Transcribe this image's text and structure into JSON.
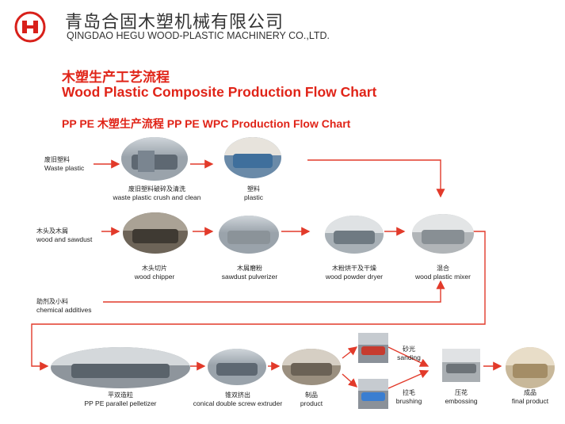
{
  "header": {
    "company_cn": "青岛合固木塑机械有限公司",
    "company_en": "QINGDAO HEGU WOOD-PLASTIC MACHINERY CO.,LTD.",
    "logo_icon": "hegu-logo-icon",
    "brand_color": "#e02418"
  },
  "titles": {
    "main_cn": "木塑生产工艺流程",
    "main_en": "Wood Plastic Composite Production Flow Chart",
    "sub": "PP PE 木塑生产流程  PP PE WPC Production Flow Chart"
  },
  "inputs": [
    {
      "cn": "废旧塑料",
      "en": "Waste plastic"
    },
    {
      "cn": "木头及木屑",
      "en": "wood and sawdust"
    },
    {
      "cn": "助剂及小料",
      "en": "chemical additives"
    }
  ],
  "steps": [
    {
      "cn": "废旧塑料破碎及清洗",
      "en": "waste plastic crush and clean"
    },
    {
      "cn": "塑料",
      "en": "plastic"
    },
    {
      "cn": "木头切片",
      "en": "wood chipper"
    },
    {
      "cn": "木屑磨粉",
      "en": "sawdust pulverizer"
    },
    {
      "cn": "木粉烘干及干燥",
      "en": "wood powder dryer"
    },
    {
      "cn": "混合",
      "en": "wood plastic mixer"
    },
    {
      "cn": "平双造粒",
      "en": "PP PE parallel pelletizer"
    },
    {
      "cn": "锥双挤出",
      "en": "conical double screw extruder"
    },
    {
      "cn": "制品",
      "en": "product"
    },
    {
      "cn": "砂光",
      "en": "sanding"
    },
    {
      "cn": "拉毛",
      "en": "brushing"
    },
    {
      "cn": "压花",
      "en": "embossing"
    },
    {
      "cn": "成品",
      "en": "final product"
    }
  ],
  "arrow_color": "#e23a2a"
}
